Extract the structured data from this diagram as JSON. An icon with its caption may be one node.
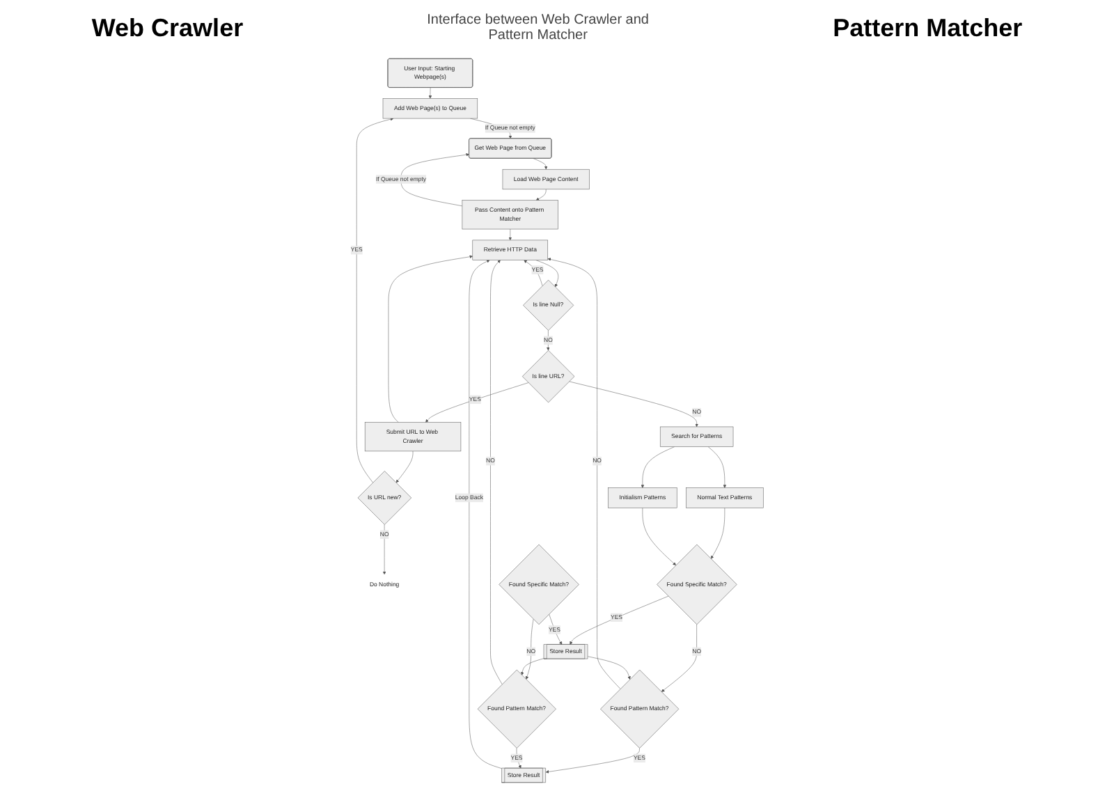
{
  "diagram": {
    "nodes": [
      {
        "text": [
          "User Input: Starting Webpage(s)"
        ]
      },
      {
        "text": [
          "Load Web Page Content"
        ]
      },
      {
        "text": [
          "Pass Content onto Pattern Matcher"
        ]
      },
      {
        "text": [
          "Get Web Page from Queue"
        ]
      },
      {
        "text": [
          "Add Web Page(s) to Queue"
        ]
      },
      {
        "text": [
          "Is URL new?"
        ]
      },
      {
        "text": [
          "Do Nothing"
        ]
      },
      {
        "text": [
          "Retrieve HTTP Data"
        ]
      },
      {
        "text": [
          "Is line Null?"
        ]
      },
      {
        "text": [
          "Is line URL?"
        ]
      },
      {
        "text": [
          "Submit URL to Web Crawler"
        ]
      },
      {
        "text": [
          "Search for Patterns"
        ]
      },
      {
        "text": [
          "Normal Text Patterns"
        ]
      },
      {
        "text": [
          "Initialism Patterns"
        ]
      },
      {
        "text": [
          "Found Specific Match?"
        ]
      },
      {
        "text": [
          "Found Specific Match?"
        ]
      },
      {
        "text": [
          "Store Result"
        ]
      },
      {
        "text": [
          "Found Pattern Match?"
        ]
      },
      {
        "text": [
          "Found Pattern Match?"
        ]
      },
      {
        "text": [
          "Store Result"
        ]
      }
    ],
    "edges": [
      {
        "from": 0,
        "to": 4,
        "arrow": "to"
      },
      {
        "from": 3,
        "to": 1,
        "arrow": "to"
      },
      {
        "from": 1,
        "to": 2,
        "arrow": "to"
      },
      {
        "from": 2,
        "to": 7,
        "arrow": "to"
      },
      {
        "from": 2,
        "to": 3,
        "arrow": "to",
        "label": "If Queue not empty"
      },
      {
        "from": 4,
        "to": 3,
        "arrow": "to",
        "label": "If Queue not empty"
      },
      {
        "from": 5,
        "to": 4,
        "arrow": "to",
        "label": "YES"
      },
      {
        "from": 5,
        "to": 6,
        "arrow": "to",
        "label": "NO"
      },
      {
        "from": 10,
        "to": 5,
        "arrow": "to"
      },
      {
        "from": 10,
        "to": 7,
        "arrow": "to"
      },
      {
        "from": 7,
        "to": 8,
        "arrow": "to"
      },
      {
        "from": 8,
        "to": 7,
        "arrow": "to",
        "label": "YES"
      },
      {
        "from": 8,
        "to": 9,
        "arrow": "to",
        "label": "NO"
      },
      {
        "from": 9,
        "to": 10,
        "arrow": "to",
        "label": "YES"
      },
      {
        "from": 9,
        "to": 11,
        "arrow": "to",
        "label": "NO"
      },
      {
        "from": 11,
        "to": 12,
        "arrow": "to"
      },
      {
        "from": 11,
        "to": 13,
        "arrow": "to"
      },
      {
        "from": 12,
        "to": 14,
        "arrow": "to"
      },
      {
        "from": 13,
        "to": 14,
        "arrow": "to"
      },
      {
        "from": 14,
        "to": 16,
        "arrow": "to",
        "label": "YES"
      },
      {
        "from": 15,
        "to": 16,
        "arrow": "to",
        "label": "YES"
      },
      {
        "from": 14,
        "to": 17,
        "arrow": "to",
        "label": "NO"
      },
      {
        "from": 15,
        "to": 18,
        "arrow": "to",
        "label": "NO"
      },
      {
        "from": 16,
        "to": 17,
        "arrow": "to"
      },
      {
        "from": 16,
        "to": 18,
        "arrow": "to"
      },
      {
        "from": 17,
        "to": 19,
        "arrow": "to",
        "label": "YES"
      },
      {
        "from": 18,
        "to": 19,
        "arrow": "to",
        "label": "YES"
      },
      {
        "from": 18,
        "to": 7,
        "arrow": "to",
        "label": "NO"
      },
      {
        "from": 17,
        "to": 7,
        "arrow": "to",
        "label": "NO"
      },
      {
        "from": 19,
        "to": 7,
        "arrow": "to",
        "label": "Loop Back"
      }
    ],
    "labels": [
      "Web Crawler",
      "Interface between Web Crawler and Pattern Matcher",
      "Pattern Matcher"
    ]
  }
}
